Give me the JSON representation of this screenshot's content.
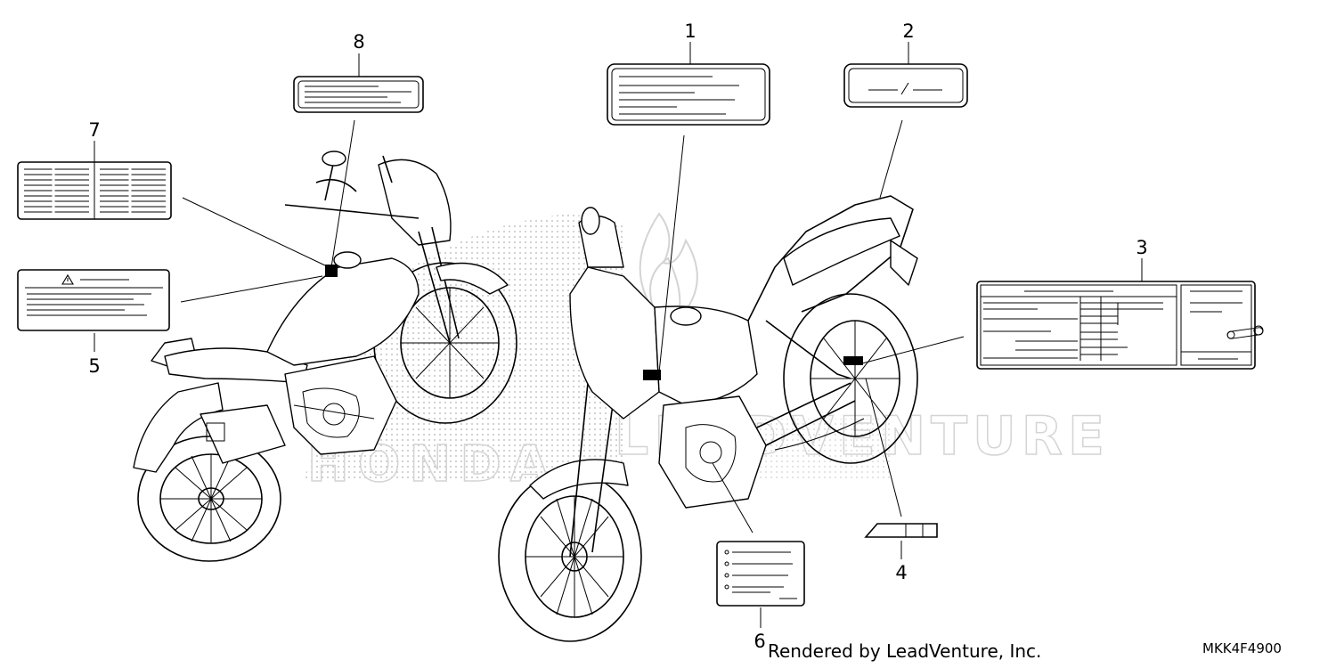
{
  "callouts": [
    {
      "num": "1"
    },
    {
      "num": "2"
    },
    {
      "num": "3"
    },
    {
      "num": "4"
    },
    {
      "num": "5"
    },
    {
      "num": "6"
    },
    {
      "num": "7"
    },
    {
      "num": "8"
    }
  ],
  "footer": {
    "credit": "Rendered by LeadVenture, Inc.",
    "part_code": "MKK4F4900"
  },
  "watermark": {
    "text": "LEADVENTURE",
    "brand": "HONDA"
  },
  "colors": {
    "line": "#000000",
    "background": "#ffffff",
    "watermark": "#c8c8c8"
  }
}
